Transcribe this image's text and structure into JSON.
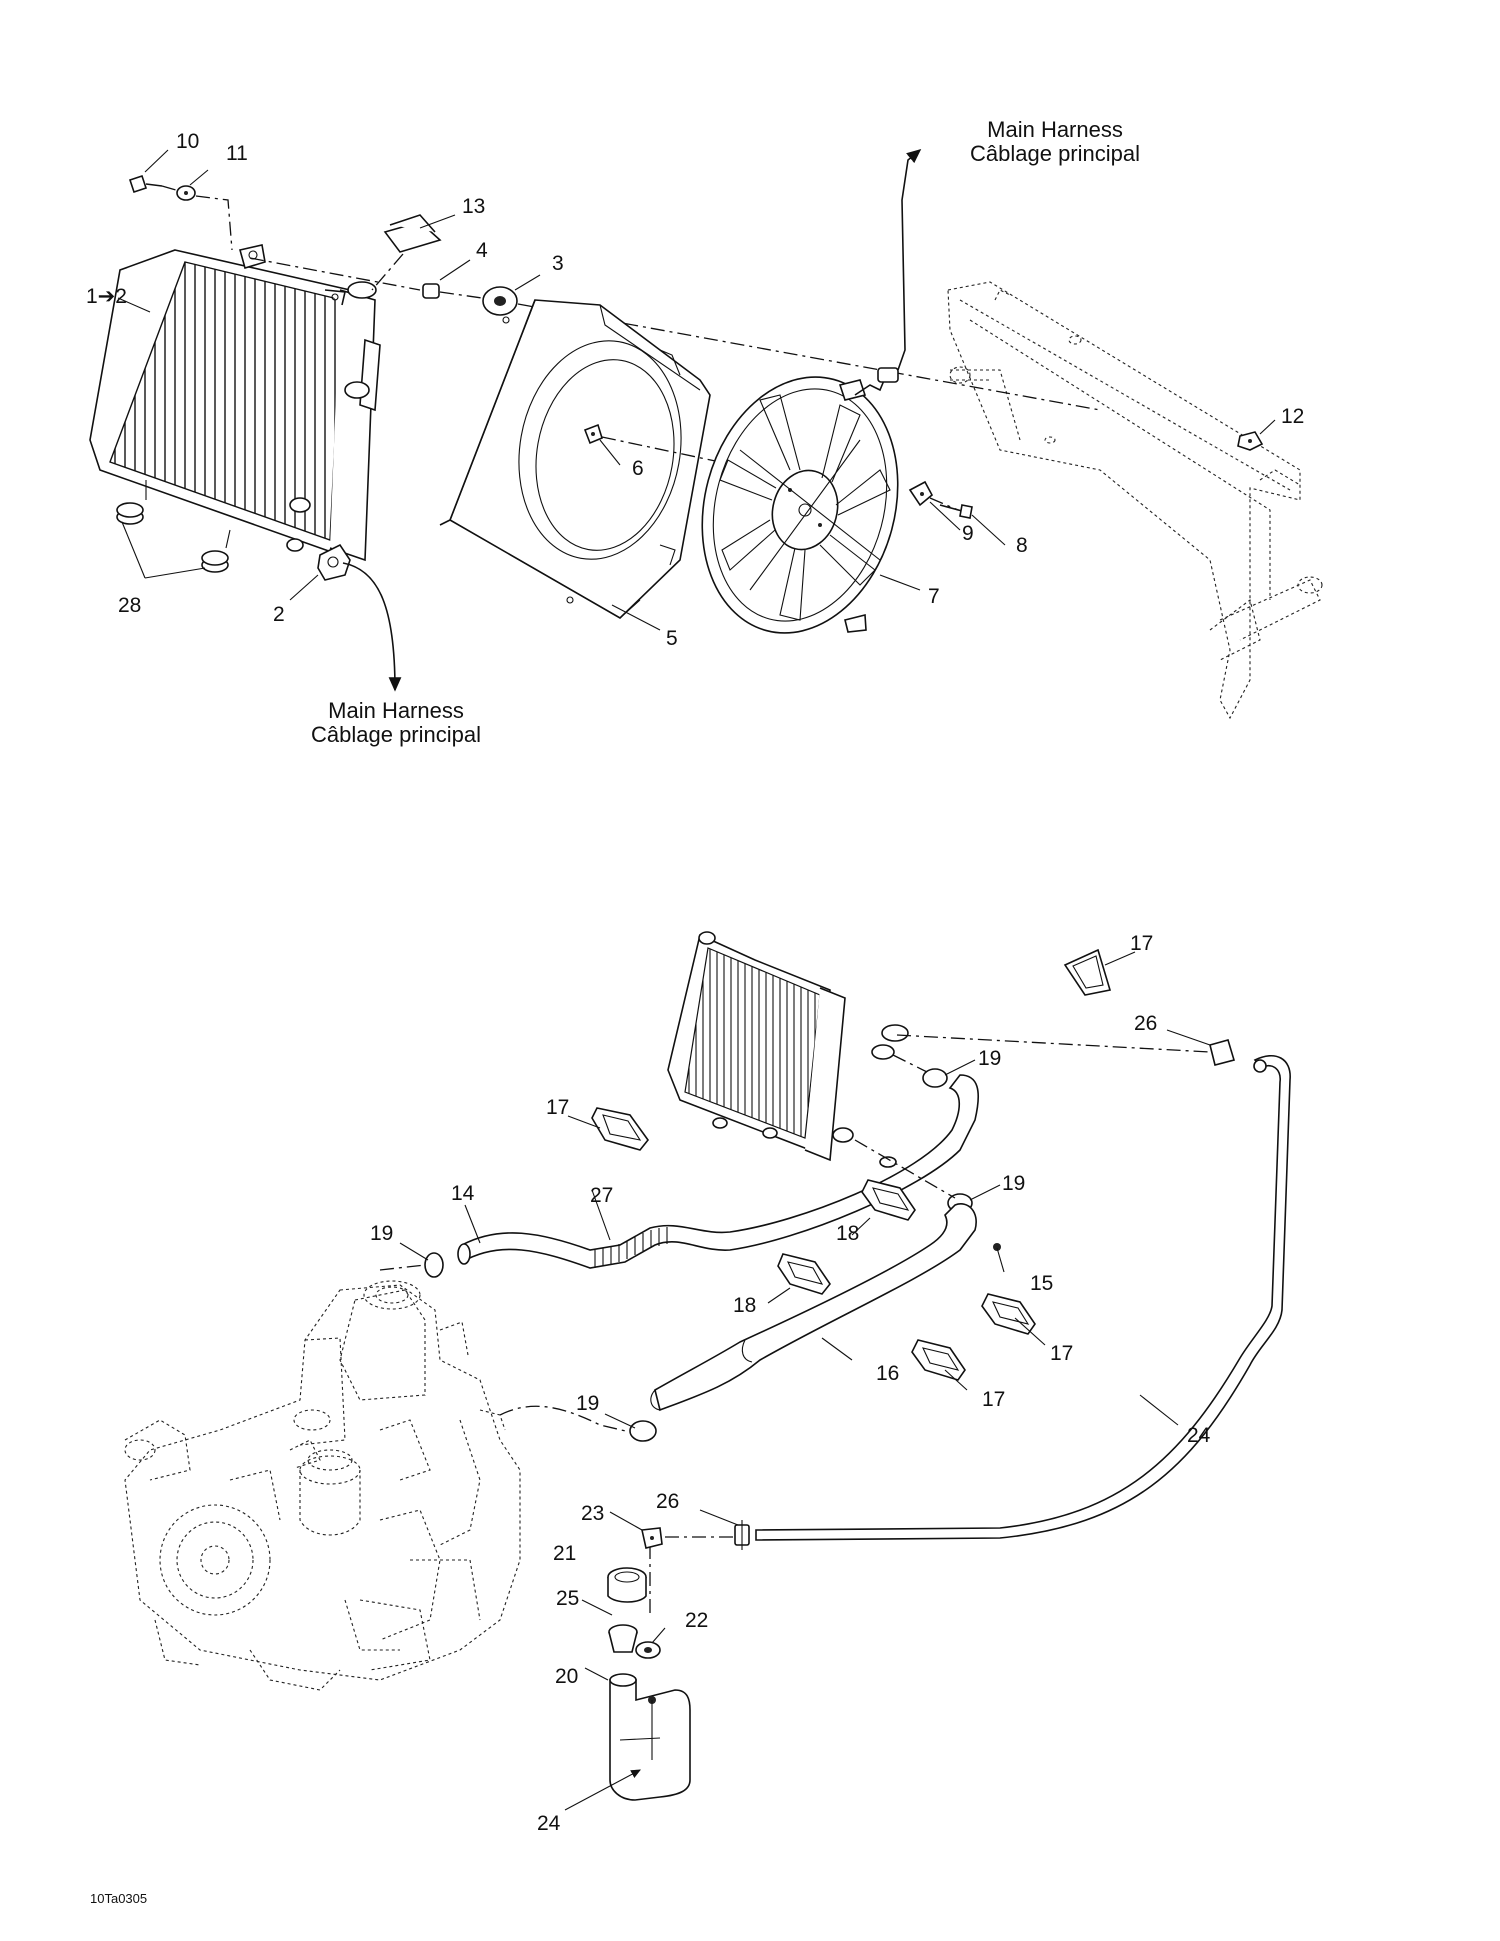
{
  "callouts": {
    "n1_2": "1➔2",
    "n2": "2",
    "n3": "3",
    "n4": "4",
    "n5": "5",
    "n6": "6",
    "n7": "7",
    "n8": "8",
    "n9": "9",
    "n10": "10",
    "n11": "11",
    "n12": "12",
    "n13": "13",
    "n14": "14",
    "n15": "15",
    "n16": "16",
    "n17": "17",
    "n18": "18",
    "n19": "19",
    "n20": "20",
    "n21": "21",
    "n22": "22",
    "n23": "23",
    "n24": "24",
    "n25": "25",
    "n26": "26",
    "n27": "27",
    "n28": "28"
  },
  "harness_top": {
    "line1": "Main Harness",
    "line2": "Câblage principal"
  },
  "harness_bottom": {
    "line1": "Main Harness",
    "line2": "Câblage principal"
  },
  "figure_code": "10Ta0305"
}
